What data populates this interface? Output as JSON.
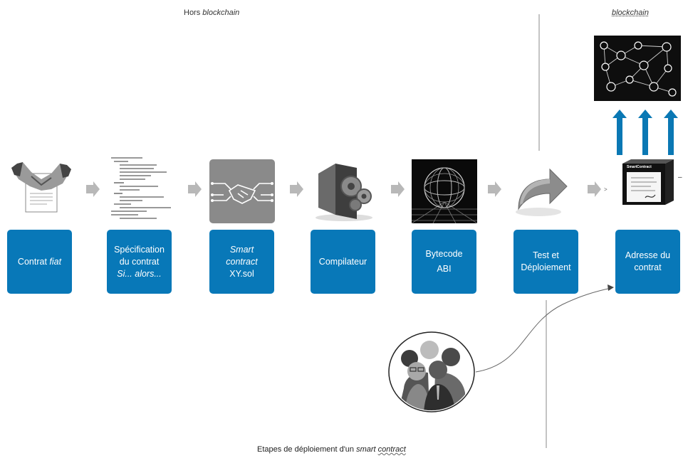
{
  "header": {
    "offchain_prefix": "Hors ",
    "offchain_italic": "blockchain",
    "onchain": "blockchain"
  },
  "steps": [
    {
      "line1_prefix": "Contrat ",
      "line1_italic": "fiat"
    },
    {
      "line1": "Spécification",
      "line2": "du contrat",
      "line3": "Si... alors..."
    },
    {
      "line1": "Smart",
      "line2": "contract",
      "line3": "XY.sol"
    },
    {
      "line1": "Compilateur"
    },
    {
      "line1": "Bytecode",
      "line2": "ABI"
    },
    {
      "line1": "Test et",
      "line2": "Déploiement"
    },
    {
      "line1": "Adresse du",
      "line2": "contrat"
    }
  ],
  "smartcontract_box_label": "SmartContract",
  "caption": {
    "prefix": "Etapes de déploiement d'un ",
    "italic1": "smart",
    "space": " ",
    "italic2": "contract"
  },
  "colors": {
    "step_box": "#0878b8",
    "up_arrow": "#0a78b4",
    "chevron": "#b8b8b8"
  },
  "icons": [
    "handshake-document-icon",
    "code-listing-icon",
    "circuit-handshake-icon",
    "compiler-gears-icon",
    "bytecode-sphere-icon",
    "deploy-arrow-icon",
    "blockchain-network-icon",
    "smartcontract-cube-icon",
    "people-group-icon"
  ]
}
